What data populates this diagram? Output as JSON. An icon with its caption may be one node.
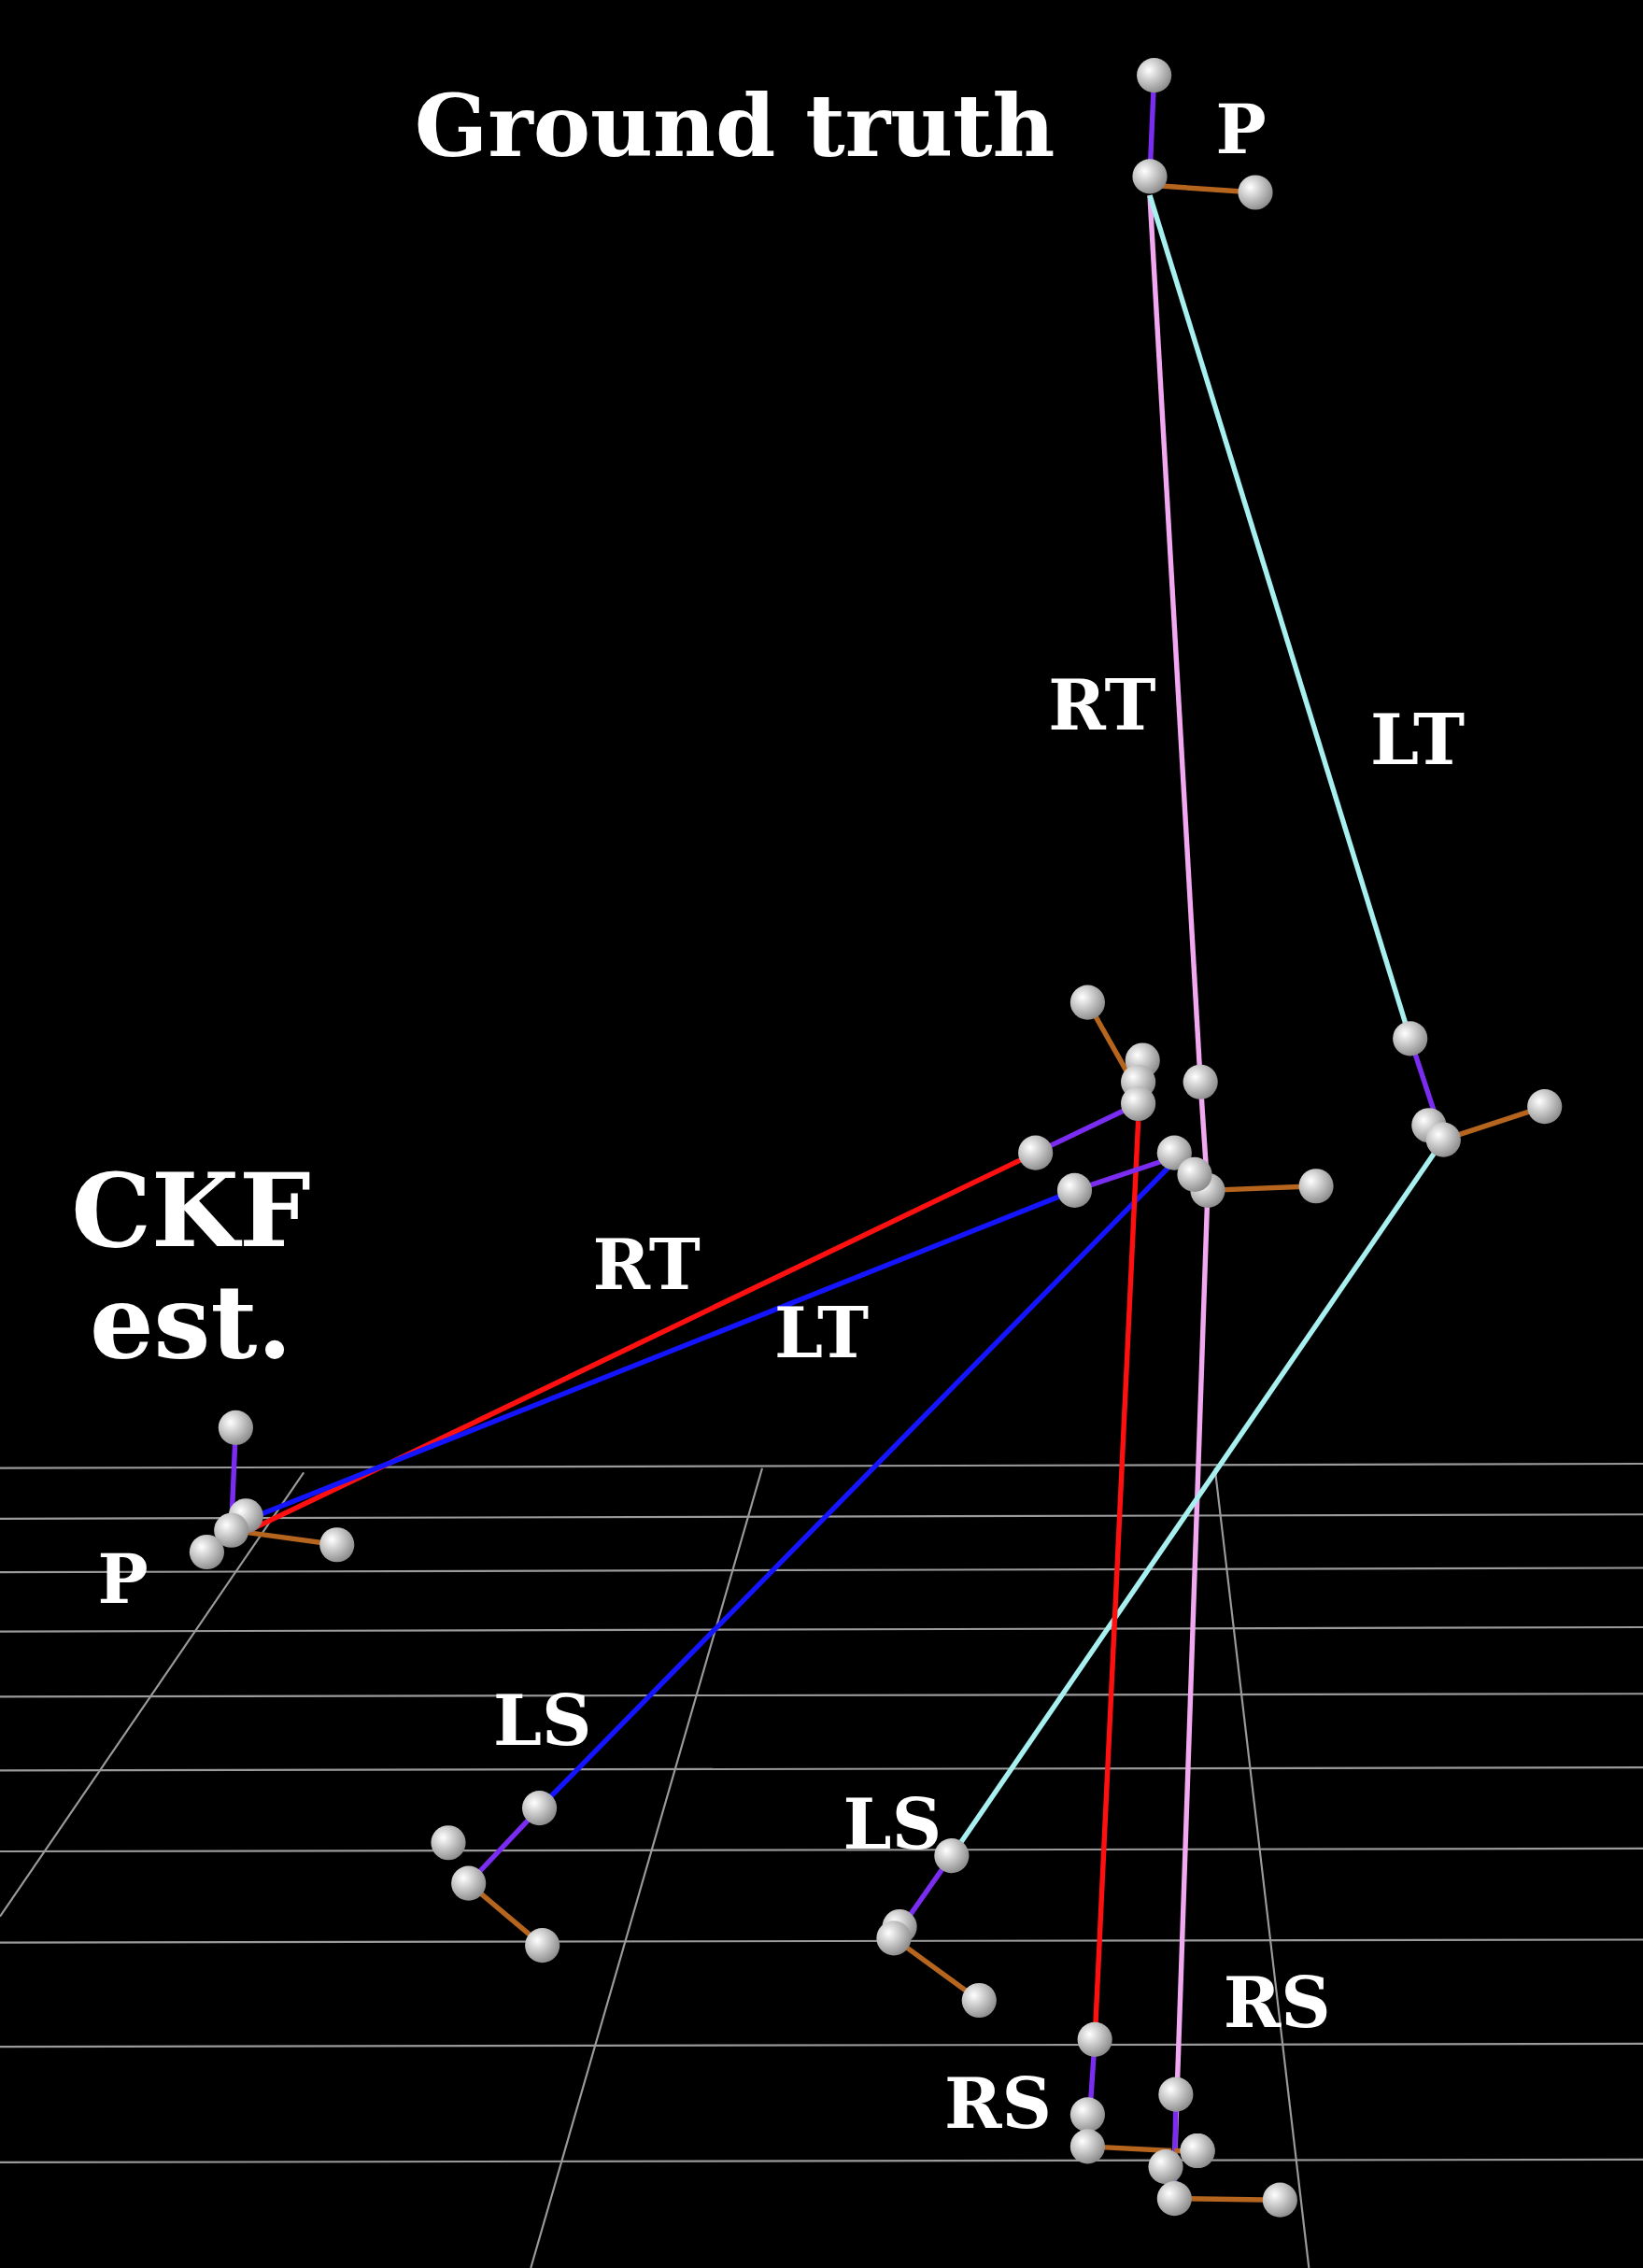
{
  "diagram": {
    "labels": [
      "Ground truth",
      "P",
      "RT",
      "LT",
      "CKF est.",
      "RT",
      "LT",
      "P",
      "LS",
      "LS",
      "RS",
      "RS"
    ]
  }
}
